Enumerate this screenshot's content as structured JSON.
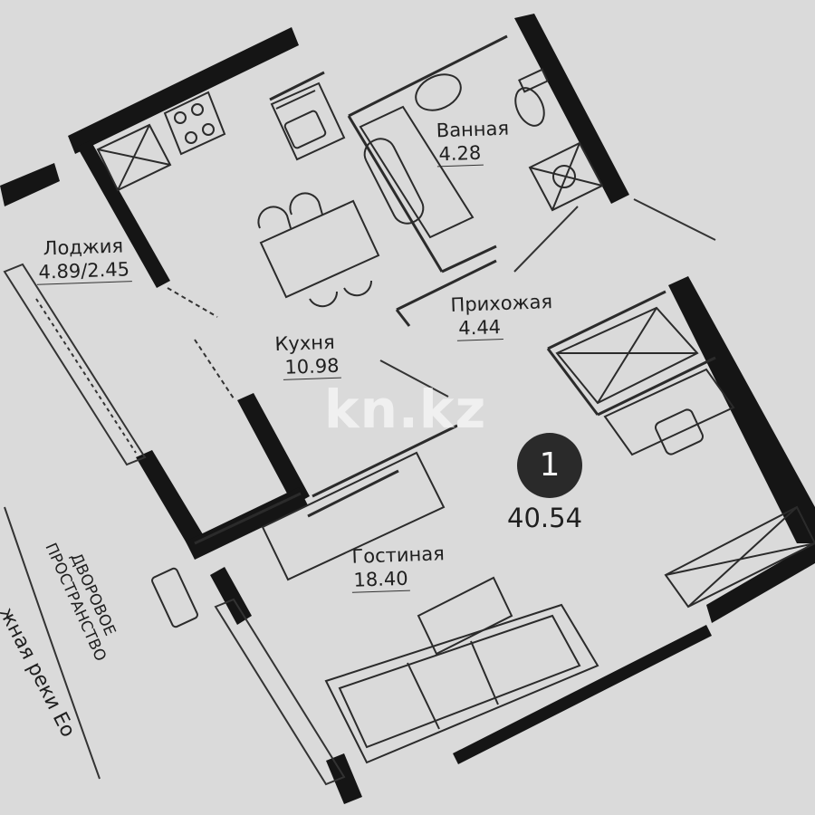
{
  "rooms": {
    "loggia": {
      "name": "Лоджия",
      "area": "4.89/2.45"
    },
    "kitchen": {
      "name": "Кухня",
      "area": "10.98"
    },
    "bathroom": {
      "name": "Ванная",
      "area": "4.28"
    },
    "hallway": {
      "name": "Прихожая",
      "area": "4.44"
    },
    "living": {
      "name": "Гостиная",
      "area": "18.40"
    }
  },
  "apartment": {
    "rooms_count": "1",
    "total_area": "40.54"
  },
  "outside": {
    "courtyard_line1": "ДВОРОВОЕ",
    "courtyard_line2": "ПРОСТРАНСТВО",
    "river": "жная реки Ео"
  },
  "watermark": "kn.kz",
  "colors": {
    "background": "#dadada",
    "walls": "#151515",
    "lines": "#2b2b2b",
    "badge": "#2a2a2a"
  }
}
